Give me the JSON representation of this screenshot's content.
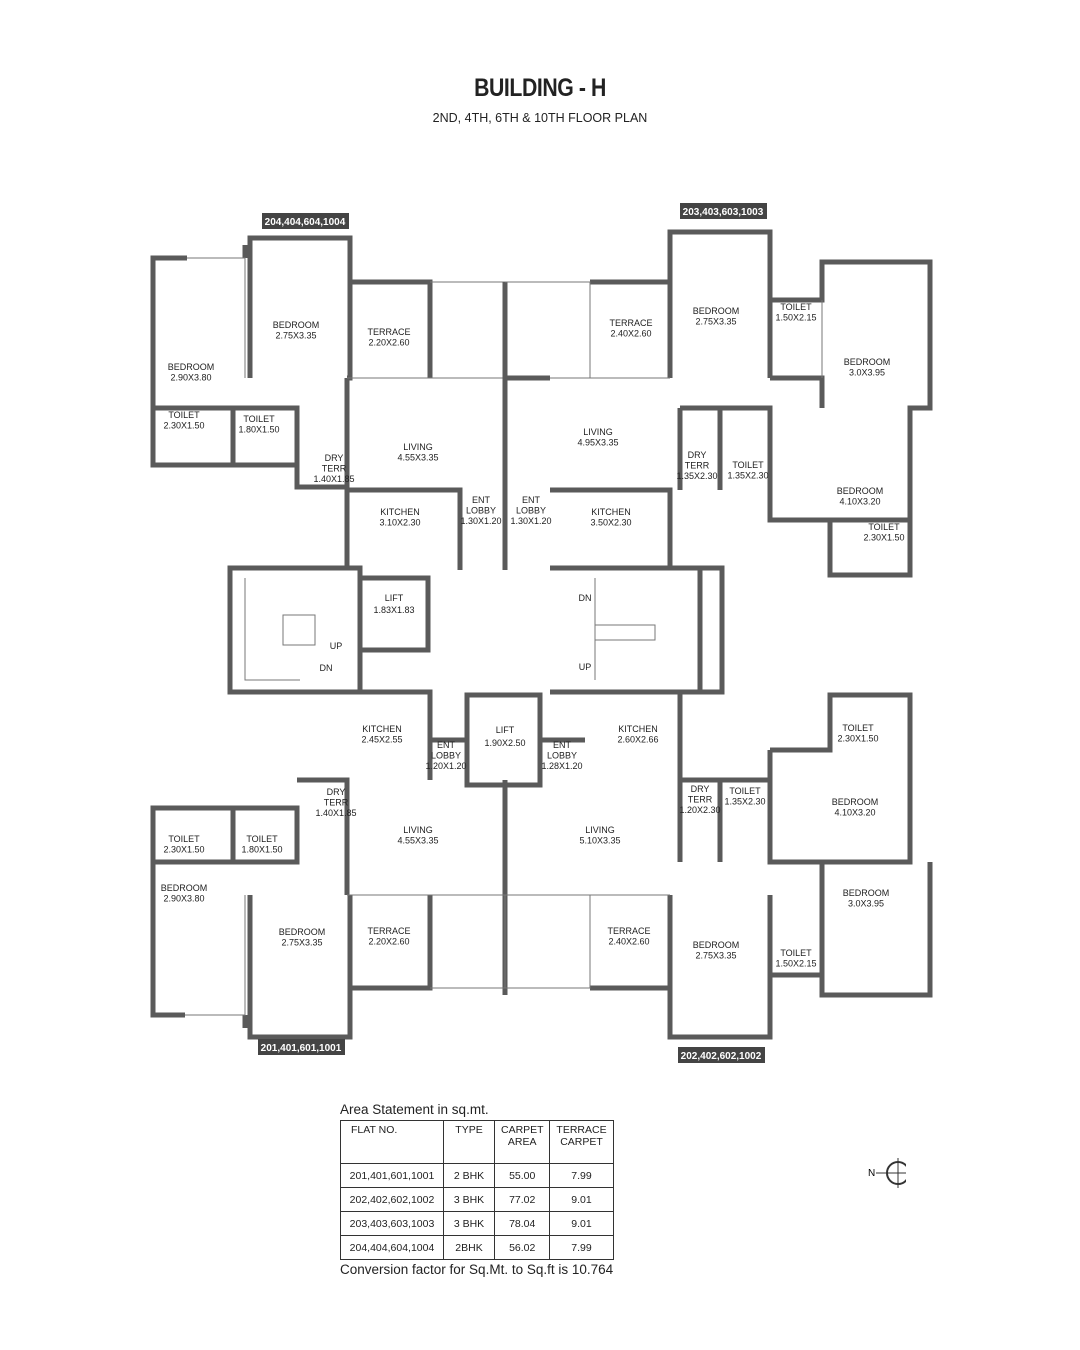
{
  "title": "BUILDING - H",
  "subtitle": "2ND, 4TH, 6TH & 10TH FLOOR PLAN",
  "flat_tags": [
    "204,404,604,1004",
    "203,403,603,1003",
    "201,401,601,1001",
    "202,402,602,1002"
  ],
  "flats": [
    {
      "rooms": [
        {
          "name": "BEDROOM",
          "size": "2.90X3.80"
        },
        {
          "name": "BEDROOM",
          "size": "2.75X3.35"
        },
        {
          "name": "TERRACE",
          "size": "2.20X2.60"
        },
        {
          "name": "TOILET",
          "size": "2.30X1.50"
        },
        {
          "name": "TOILET",
          "size": "1.80X1.50"
        },
        {
          "name": "DRY TERR",
          "size": "1.40X1.85"
        },
        {
          "name": "LIVING",
          "size": "4.55X3.35"
        },
        {
          "name": "KITCHEN",
          "size": "3.10X2.30"
        },
        {
          "name": "ENT LOBBY",
          "size": "1.30X1.20"
        }
      ]
    },
    {
      "rooms": [
        {
          "name": "TERRACE",
          "size": "2.40X2.60"
        },
        {
          "name": "BEDROOM",
          "size": "2.75X3.35"
        },
        {
          "name": "TOILET",
          "size": "1.50X2.15"
        },
        {
          "name": "BEDROOM",
          "size": "3.0X3.95"
        },
        {
          "name": "LIVING",
          "size": "4.95X3.35"
        },
        {
          "name": "DRY TERR",
          "size": "1.35X2.30"
        },
        {
          "name": "TOILET",
          "size": "1.35X2.30"
        },
        {
          "name": "BEDROOM",
          "size": "4.10X3.20"
        },
        {
          "name": "TOILET",
          "size": "2.30X1.50"
        },
        {
          "name": "KITCHEN",
          "size": "3.50X2.30"
        },
        {
          "name": "ENT LOBBY",
          "size": "1.30X1.20"
        }
      ]
    },
    {
      "rooms": [
        {
          "name": "KITCHEN",
          "size": "2.45X2.55"
        },
        {
          "name": "ENT LOBBY",
          "size": "1.20X1.20"
        },
        {
          "name": "DRY TERR",
          "size": "1.40X1.85"
        },
        {
          "name": "LIVING",
          "size": "4.55X3.35"
        },
        {
          "name": "TOILET",
          "size": "2.30X1.50"
        },
        {
          "name": "TOILET",
          "size": "1.80X1.50"
        },
        {
          "name": "BEDROOM",
          "size": "2.90X3.80"
        },
        {
          "name": "BEDROOM",
          "size": "2.75X3.35"
        },
        {
          "name": "TERRACE",
          "size": "2.20X2.60"
        }
      ]
    },
    {
      "rooms": [
        {
          "name": "KITCHEN",
          "size": "2.60X2.66"
        },
        {
          "name": "ENT LOBBY",
          "size": "1.28X1.20"
        },
        {
          "name": "DRY TERR",
          "size": "1.20X2.30"
        },
        {
          "name": "TOILET",
          "size": "1.35X2.30"
        },
        {
          "name": "LIVING",
          "size": "5.10X3.35"
        },
        {
          "name": "TOILET",
          "size": "2.30X1.50"
        },
        {
          "name": "BEDROOM",
          "size": "4.10X3.20"
        },
        {
          "name": "BEDROOM",
          "size": "3.0X3.95"
        },
        {
          "name": "TERRACE",
          "size": "2.40X2.60"
        },
        {
          "name": "BEDROOM",
          "size": "2.75X3.35"
        },
        {
          "name": "TOILET",
          "size": "1.50X2.15"
        }
      ]
    }
  ],
  "core": {
    "lift_1": {
      "name": "LIFT",
      "size": "1.83X1.83"
    },
    "lift_2": {
      "name": "LIFT",
      "size": "1.90X2.50"
    },
    "stair_labels": [
      "UP",
      "DN",
      "DN",
      "UP"
    ]
  },
  "compass": {
    "label": "N",
    "icon": "north-compass-icon"
  },
  "area_statement": {
    "title": "Area Statement in sq.mt.",
    "headers": [
      "FLAT NO.",
      "TYPE",
      "CARPET AREA",
      "TERRACE CARPET"
    ],
    "rows": [
      [
        "201,401,601,1001",
        "2 BHK",
        "55.00",
        "7.99"
      ],
      [
        "202,402,602,1002",
        "3 BHK",
        "77.02",
        "9.01"
      ],
      [
        "203,403,603,1003",
        "3 BHK",
        "78.04",
        "9.01"
      ],
      [
        "204,404,604,1004",
        "2BHK",
        "56.02",
        "7.99"
      ]
    ],
    "note": "Conversion factor for Sq.Mt. to Sq.ft is 10.764"
  }
}
